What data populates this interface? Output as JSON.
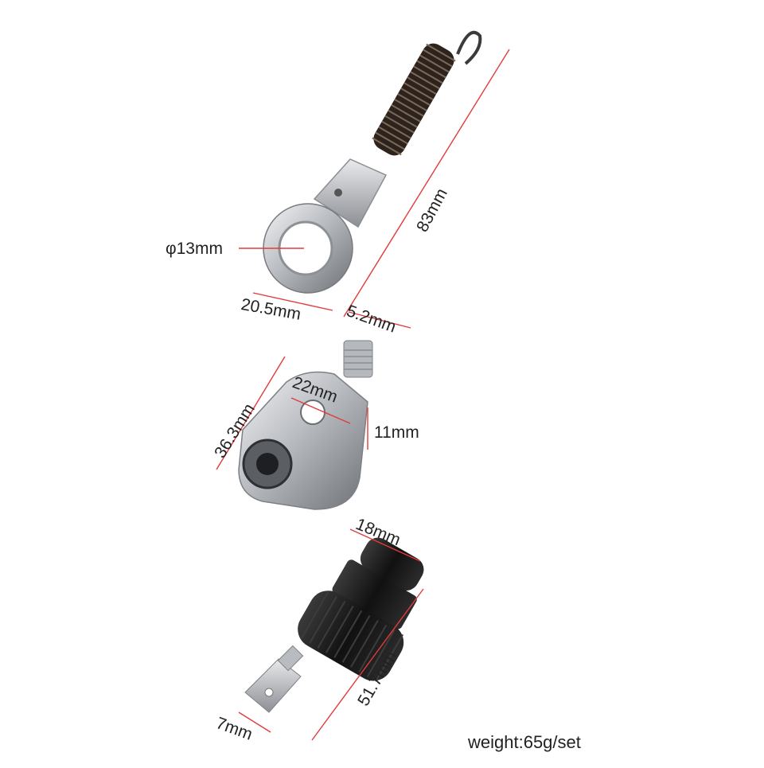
{
  "dimensions": {
    "ring_diameter": "φ13mm",
    "overall_length": "83mm",
    "ring_width": "20.5mm",
    "shaft_width": "5.2mm",
    "body_height": "36.3mm",
    "hole_spacing": "22mm",
    "body_thickness": "11mm",
    "knob_diameter": "18mm",
    "adapter_length": "51.7mm",
    "tab_width": "7mm"
  },
  "footer": {
    "weight": "weight:65g/set"
  },
  "colors": {
    "dimension_line": "#e23b3b",
    "steel": "#c9ccd0",
    "spring": "#3a2e25",
    "black_part": "#1a1a1a"
  }
}
